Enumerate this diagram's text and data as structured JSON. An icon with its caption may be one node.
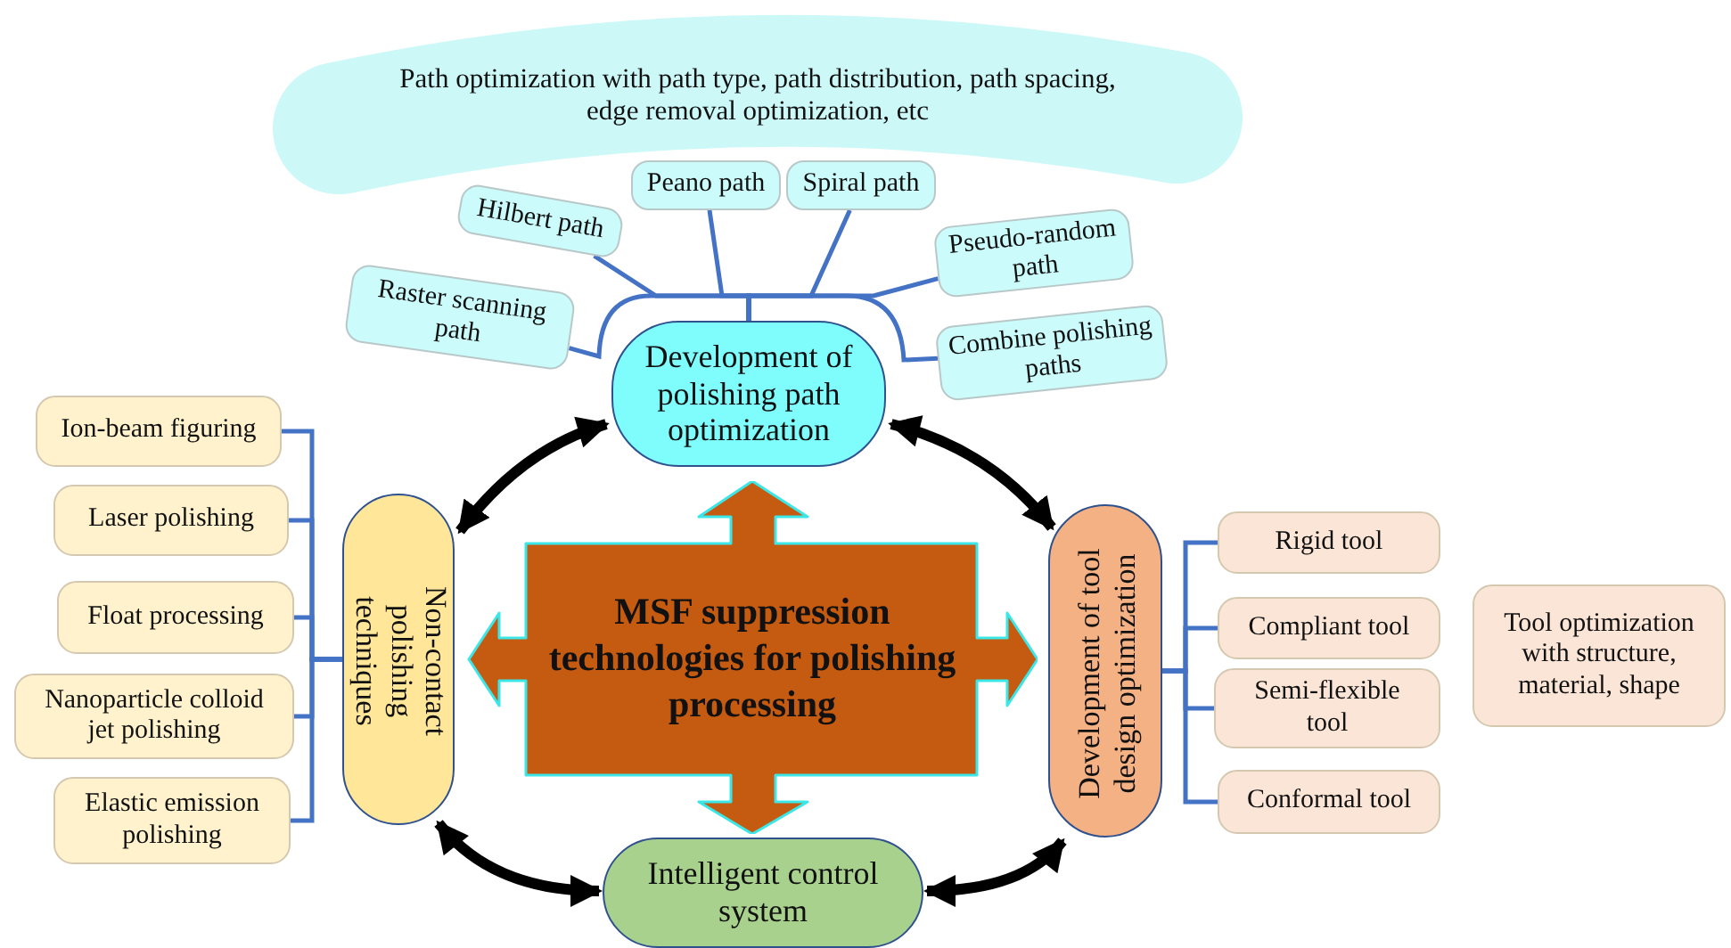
{
  "diagram": {
    "nodes": [
      {
        "text": [
          "MSF suppression technologies for polishing processing"
        ]
      },
      {
        "text": [
          "Development of polishing path optimization"
        ]
      },
      {
        "text": [
          "Non-contact polishing techniques"
        ]
      },
      {
        "text": [
          "Development of tool design optimization"
        ]
      },
      {
        "text": [
          "Intelligent control system"
        ]
      },
      {
        "text": [
          "Path optimization with path type, path distribution, path spacing, edge removal optimization, etc"
        ]
      },
      {
        "text": [
          "Raster scanning path"
        ]
      },
      {
        "text": [
          "Hilbert path"
        ]
      },
      {
        "text": [
          "Peano path"
        ]
      },
      {
        "text": [
          "Spiral  path"
        ]
      },
      {
        "text": [
          "Pseudo-random path"
        ]
      },
      {
        "text": [
          "Combine polishing paths"
        ]
      },
      {
        "text": [
          "Ion-beam figuring"
        ]
      },
      {
        "text": [
          "Laser polishing"
        ]
      },
      {
        "text": [
          "Float processing"
        ]
      },
      {
        "text": [
          "Nanoparticle colloid jet polishing"
        ]
      },
      {
        "text": [
          "Elastic emission polishing"
        ]
      },
      {
        "text": [
          "Rigid tool"
        ]
      },
      {
        "text": [
          "Compliant tool"
        ]
      },
      {
        "text": [
          "Semi-flexible tool"
        ]
      },
      {
        "text": [
          "Conformal  tool"
        ]
      },
      {
        "text": [
          "Tool optimization with structure, material, shape"
        ]
      }
    ],
    "edges": [
      {
        "from": 1,
        "to": 2,
        "arrow": "both",
        "style": "thick",
        "color": "#000000"
      },
      {
        "from": 1,
        "to": 3,
        "arrow": "both",
        "style": "thick",
        "color": "#000000"
      },
      {
        "from": 2,
        "to": 4,
        "arrow": "both",
        "style": "thick",
        "color": "#000000"
      },
      {
        "from": 3,
        "to": 4,
        "arrow": "both",
        "style": "thick",
        "color": "#000000"
      },
      {
        "from": 1,
        "to": 6,
        "arrow": "none"
      },
      {
        "from": 1,
        "to": 7,
        "arrow": "none"
      },
      {
        "from": 1,
        "to": 8,
        "arrow": "none"
      },
      {
        "from": 1,
        "to": 9,
        "arrow": "none"
      },
      {
        "from": 1,
        "to": 10,
        "arrow": "none"
      },
      {
        "from": 1,
        "to": 11,
        "arrow": "none"
      },
      {
        "from": 2,
        "to": 12,
        "arrow": "none"
      },
      {
        "from": 2,
        "to": 13,
        "arrow": "none"
      },
      {
        "from": 2,
        "to": 14,
        "arrow": "none"
      },
      {
        "from": 2,
        "to": 15,
        "arrow": "none"
      },
      {
        "from": 2,
        "to": 16,
        "arrow": "none"
      },
      {
        "from": 3,
        "to": 17,
        "arrow": "none"
      },
      {
        "from": 3,
        "to": 18,
        "arrow": "none"
      },
      {
        "from": 3,
        "to": 19,
        "arrow": "none"
      },
      {
        "from": 3,
        "to": 20,
        "arrow": "none"
      }
    ]
  }
}
